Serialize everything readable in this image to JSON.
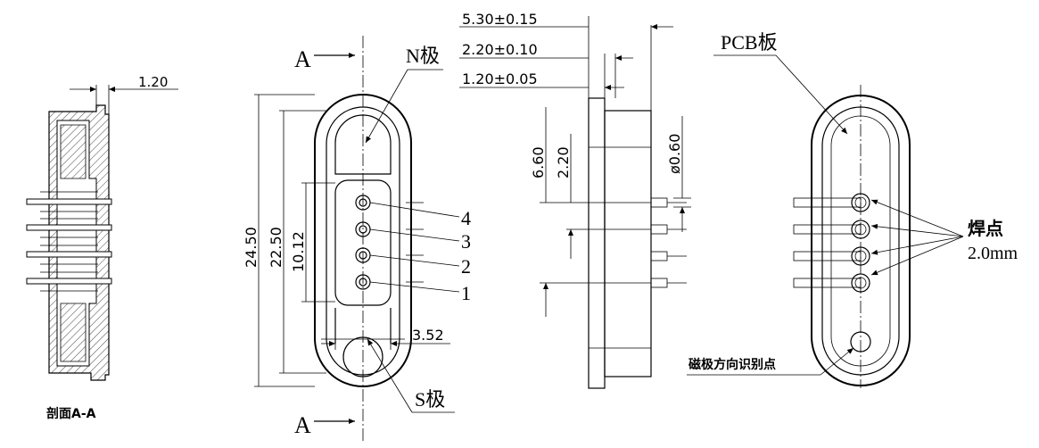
{
  "section_view": {
    "caption": "剖面A-A",
    "dim_top": "1.20"
  },
  "front_view": {
    "section_marker_top": "A",
    "section_marker_bottom": "A",
    "n_pole_label": "N极",
    "s_pole_label": "S极",
    "dim_overall_height": "24.50",
    "dim_inner_height": "22.50",
    "dim_pin_span": "10.12",
    "dim_slot_width": "3.52",
    "pin_numbers": [
      "4",
      "3",
      "2",
      "1"
    ]
  },
  "side_view": {
    "dim_total_thickness": "5.30±0.15",
    "dim_flange_thickness": "2.20±0.10",
    "dim_plate_thickness": "1.20±0.05",
    "dim_height_a": "6.60",
    "dim_height_b": "2.20",
    "dim_pin_diameter": "ø0.60"
  },
  "back_view": {
    "pcb_label": "PCB板",
    "solder_point_label": "焊点",
    "solder_point_size": "2.0mm",
    "polarity_mark_label": "磁极方向识别点"
  }
}
